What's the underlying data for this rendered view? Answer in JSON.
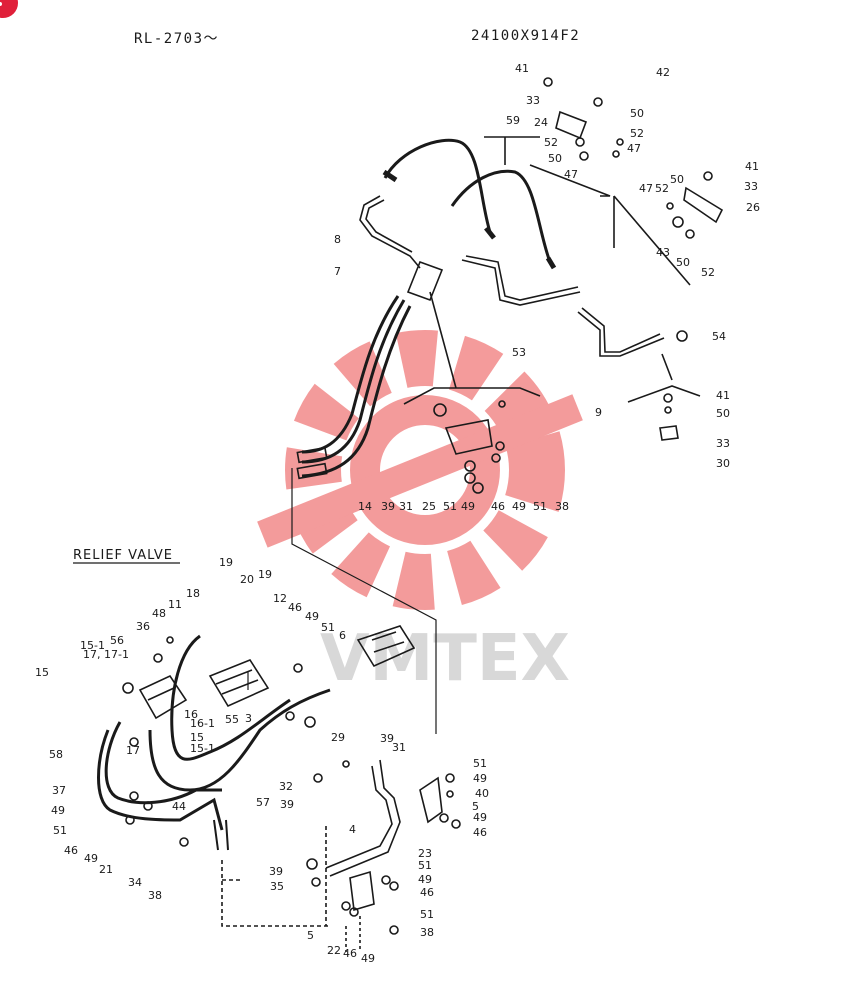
{
  "header": {
    "model_range": "RL-2703〜",
    "part_number": "24100X914F2"
  },
  "watermark": {
    "text": "VMTEX",
    "gear_color": "#f07a7a",
    "text_color": "#d8d8d8"
  },
  "badge": {
    "color": "#e0203a"
  },
  "relief_valve_label": "RELIEF VALVE",
  "callouts": {
    "upper": [
      "41",
      "42",
      "33",
      "24",
      "52",
      "50",
      "50",
      "52",
      "47",
      "47",
      "59",
      "41",
      "33",
      "26",
      "50",
      "52",
      "47",
      "43",
      "50",
      "52",
      "8",
      "7",
      "53",
      "54",
      "9",
      "41",
      "50",
      "33",
      "30",
      "14",
      "39",
      "31",
      "25",
      "51",
      "49",
      "46",
      "49",
      "51",
      "38"
    ],
    "lower": [
      "19",
      "20",
      "19",
      "18",
      "12",
      "46",
      "49",
      "51",
      "6",
      "11",
      "48",
      "36",
      "56",
      "15-1",
      "15",
      "17, 17-1",
      "16",
      "16-1",
      "55",
      "3",
      "15",
      "15-1",
      "17",
      "58",
      "37",
      "49",
      "51",
      "46",
      "49",
      "44",
      "21",
      "34",
      "38",
      "57",
      "32",
      "39",
      "29",
      "39",
      "31",
      "51",
      "49",
      "40",
      "5",
      "49",
      "46",
      "4",
      "23",
      "39",
      "35",
      "51",
      "49",
      "46",
      "51",
      "38",
      "5",
      "22",
      "46",
      "49"
    ]
  }
}
